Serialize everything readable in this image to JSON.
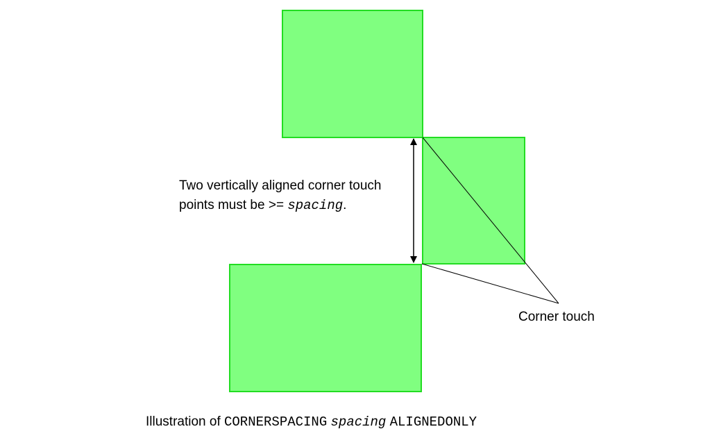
{
  "note": {
    "line1": "Two vertically aligned corner touch",
    "line2_prefix": "points must be >= ",
    "line2_var": "spacing",
    "line2_suffix": "."
  },
  "corner_label": "Corner touch",
  "caption": {
    "prefix": "Illustration of ",
    "keyword": "CORNERSPACING",
    "var": "spacing",
    "option": "ALIGNEDONLY"
  },
  "colors": {
    "shape_fill": "#80ff80",
    "shape_stroke": "#22dd22",
    "line": "#000000"
  }
}
